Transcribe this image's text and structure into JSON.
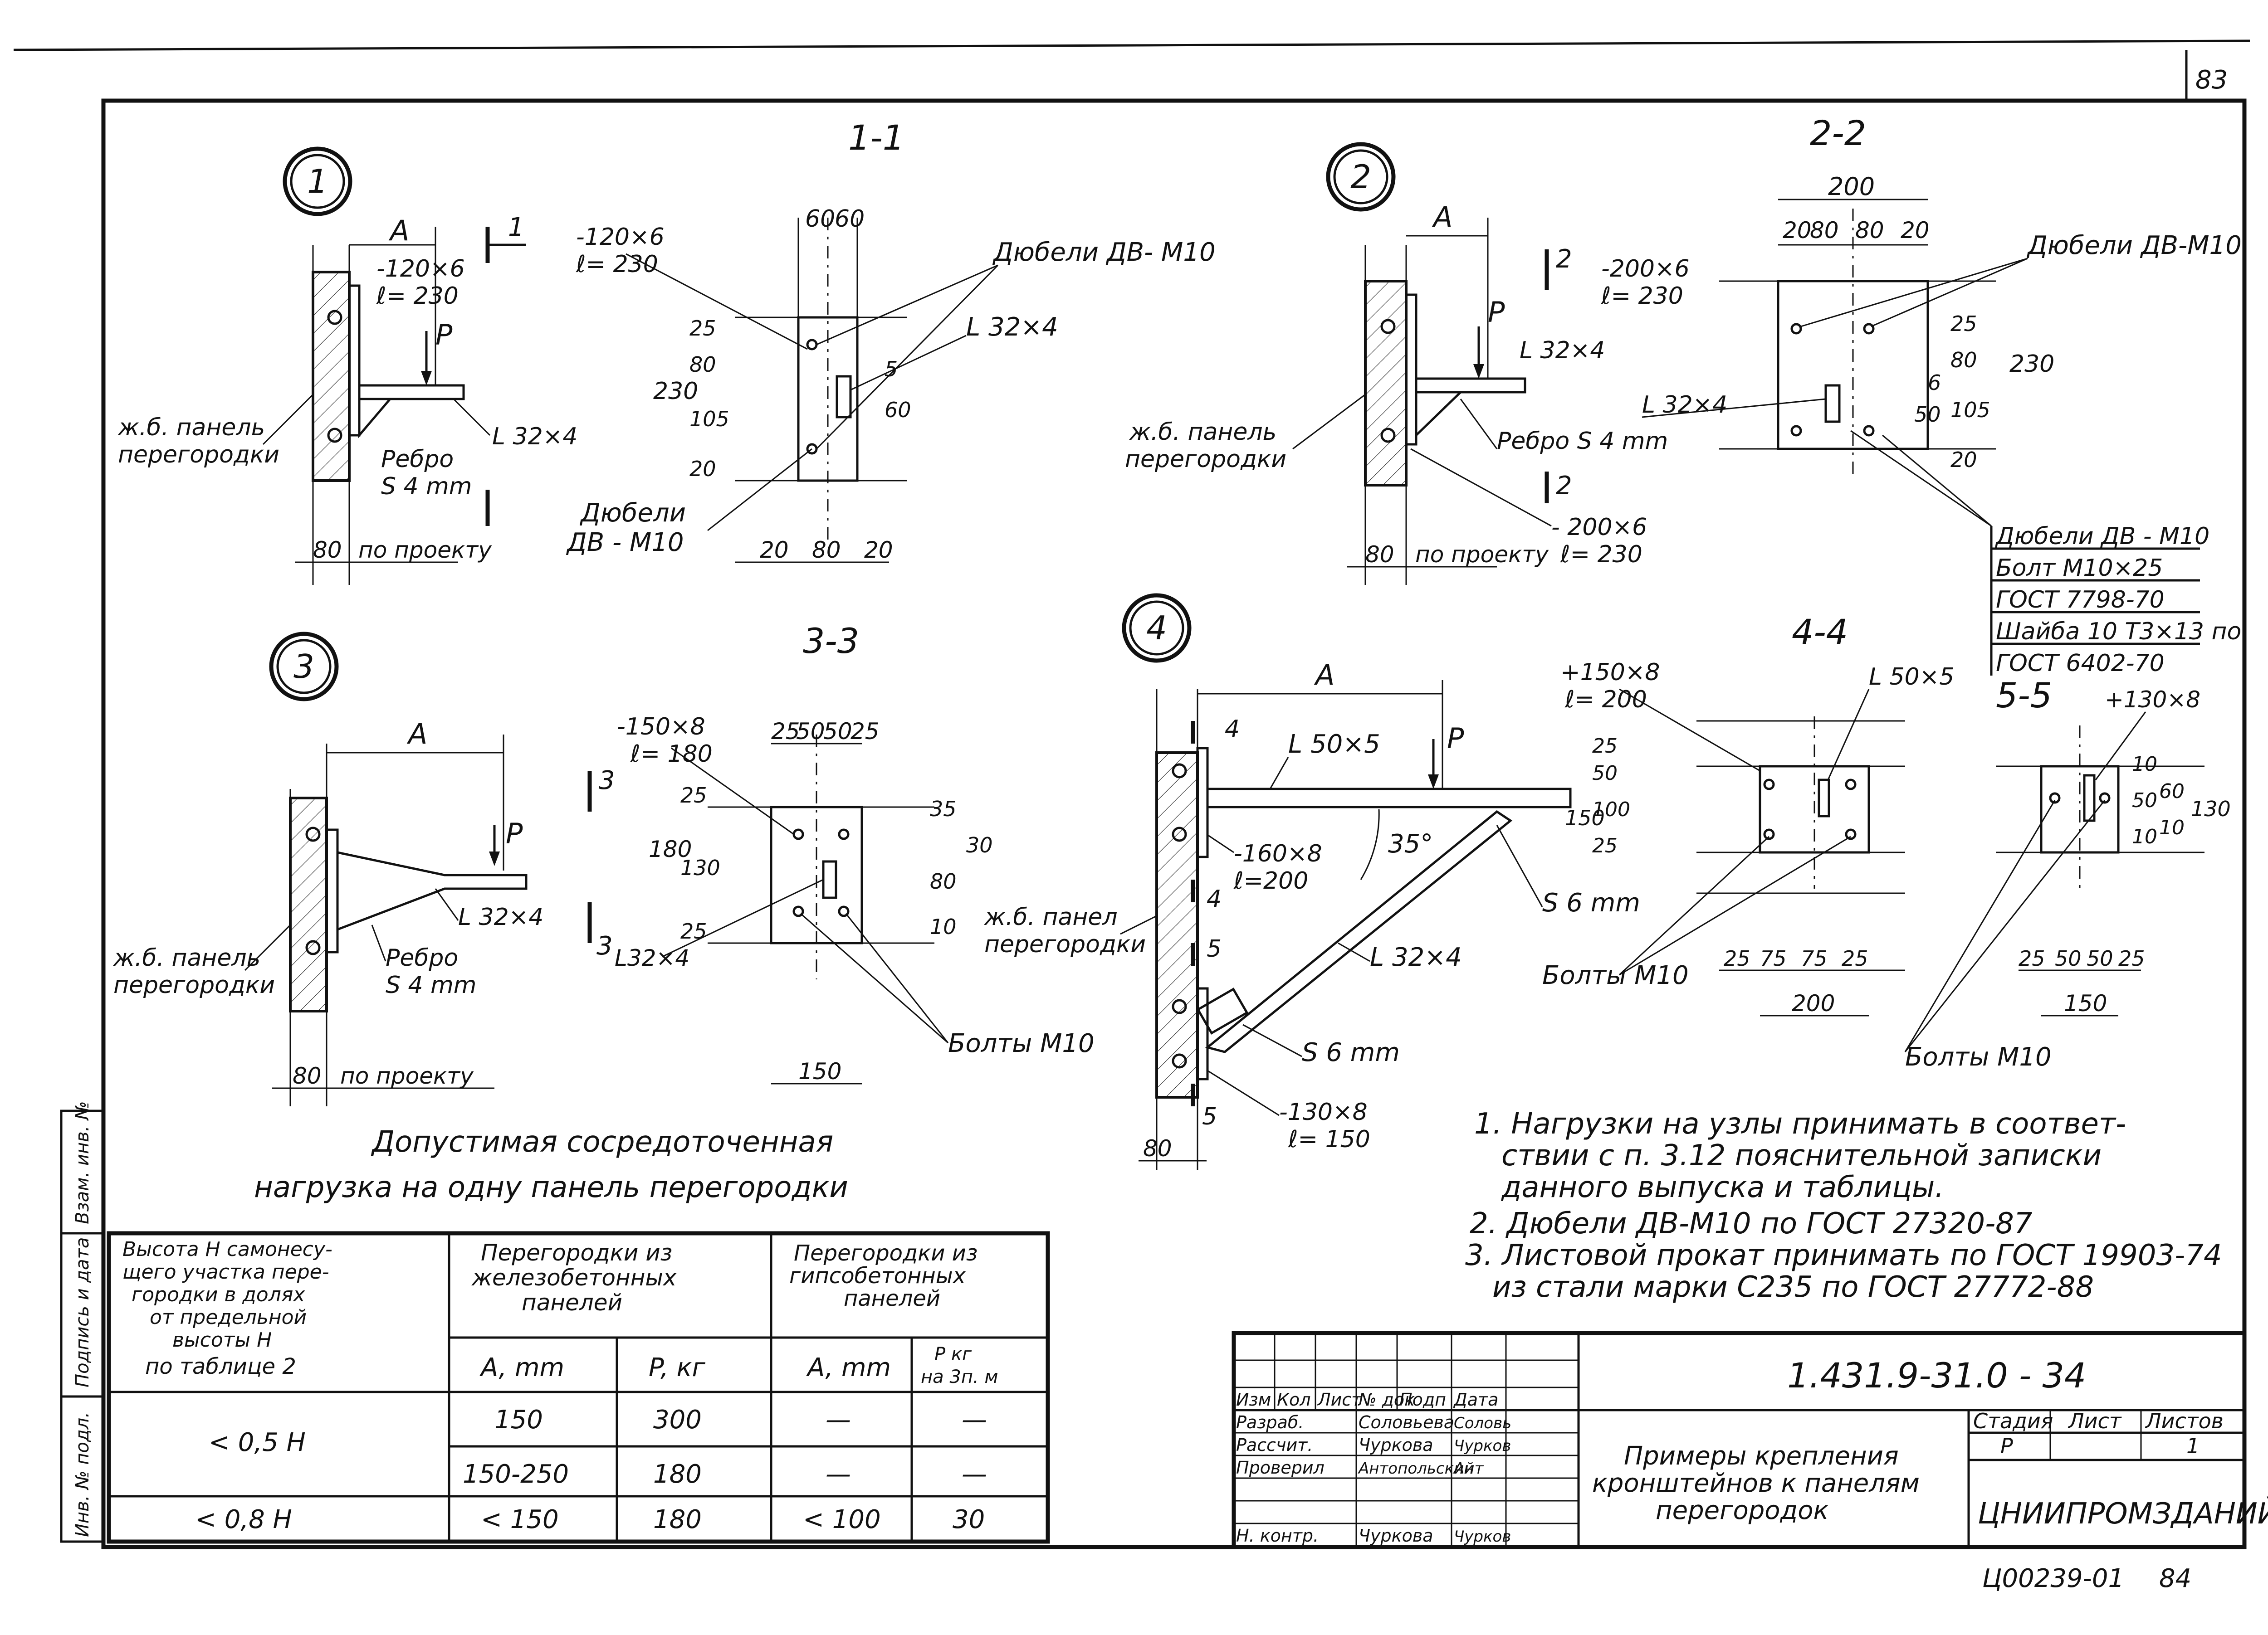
{
  "sheet": {
    "page_number": "83",
    "doc_code": "1.431.9-31.0 - 34",
    "archive_number": "Ц00239-01",
    "archive_page": "84"
  },
  "detail1": {
    "circle": "1",
    "section_title": "1-1",
    "dim_A": "A",
    "section_mark": "1",
    "plate_size": "-120×6",
    "plate_len": "ℓ= 230",
    "plate_size_s": "-120×6",
    "plate_len_s": "ℓ= 230",
    "load": "P",
    "panel": "ж.б. панель",
    "panel2": "перегородки",
    "rib": "Ребро",
    "rib2": "S 4 mm",
    "angle": "L 32×4",
    "angle_s": "L 32×4",
    "dim_80": "80",
    "dim_proj": "по проекту",
    "dowel_top": "Дюбели ДВ- М10",
    "dowel_bot": "Дюбели",
    "dowel_bot2": "ДВ - М10",
    "dims_top": [
      "60",
      "60"
    ],
    "dims_bot": [
      "20",
      "80",
      "20"
    ],
    "dims_left": [
      "230",
      "25",
      "80",
      "105",
      "20"
    ],
    "dims_right": [
      "5",
      "60"
    ]
  },
  "detail2": {
    "circle": "2",
    "section_title": "2-2",
    "dim_A": "A",
    "section_mark": "2",
    "plate_top": "-200×6",
    "plate_top_len": "ℓ= 230",
    "plate_bot": "- 200×6",
    "plate_bot_len": "ℓ= 230",
    "load": "P",
    "angle": "L 32×4",
    "angle_s": "L 32×4",
    "rib": "Ребро S 4 mm",
    "panel": "ж.б. панель",
    "panel2": "перегородки",
    "dim_80": "80",
    "dim_proj": "по проекту",
    "dowel": "Дюбели ДВ-М10",
    "dims_top_total": "200",
    "dims_top": [
      "20",
      "80",
      "80",
      "20"
    ],
    "dims_right": [
      "25",
      "80",
      "105",
      "20",
      "230"
    ],
    "dims_inner": [
      "6",
      "50"
    ],
    "notes": [
      "Дюбели ДВ - М10",
      "Болт М10×25",
      "ГОСТ 7798-70",
      "Шайба 10 Т3×13 по",
      "ГОСТ 6402-70"
    ]
  },
  "detail3": {
    "circle": "3",
    "section_title": "3-3",
    "dim_A": "A",
    "section_mark": "3",
    "plate": "-150×8",
    "plate_len": "ℓ= 180",
    "load": "P",
    "angle": "L 32×4",
    "angle_s": "L32×4",
    "panel": "ж.б. панель",
    "panel2": "перегородки",
    "rib": "Ребро",
    "rib2": "S 4 mm",
    "dim_80": "80",
    "dim_proj": "по проекту",
    "bolts": "Болты М10",
    "dims_top": [
      "25",
      "50",
      "50",
      "25"
    ],
    "dims_left": [
      "180",
      "25",
      "130",
      "25"
    ],
    "dims_right": [
      "35",
      "30",
      "80",
      "10"
    ],
    "dim_bot": "150"
  },
  "detail4": {
    "circle": "4",
    "section_title": "4-4",
    "section_5": "5-5",
    "dim_A": "A",
    "load": "P",
    "top_angle": "L 50×5",
    "brace": "L 32×4",
    "angle_deg": "35°",
    "plate1": "-160×8",
    "plate1_len": "ℓ=200",
    "plate2": "-130×8",
    "plate2_len": "ℓ= 150",
    "plate_44": "+150×8",
    "plate_44_len": "ℓ= 200",
    "plate_55": "+130×8",
    "angle_44": "L 50×5",
    "s6_top": "S 6 mm",
    "s6_bot": "S 6 mm",
    "panel": "ж.б. панел",
    "panel2": "перегородки",
    "marks": [
      "4",
      "4",
      "5",
      "5"
    ],
    "dim_80": "80",
    "bolts_44": "Болты М10",
    "bolts_55": "Болты М10",
    "dims_44_bot": [
      "25",
      "75",
      "75",
      "25"
    ],
    "dims_44_total": "200",
    "dims_44_left": [
      "150",
      "50",
      "100",
      "25",
      "25"
    ],
    "dims_55_bot": [
      "25",
      "50",
      "50",
      "25"
    ],
    "dims_55_total": "150",
    "dims_55_right": [
      "10",
      "50",
      "10",
      "60",
      "10",
      "130"
    ]
  },
  "load_table": {
    "title1": "Допустимая сосредоточенная",
    "title2": "нагрузка на одну панель перегородки",
    "h_col1": [
      "Высота Н самонесу-",
      "щего участка пере-",
      "городки в долях",
      "от предельной",
      "высоты Н",
      "по таблице 2"
    ],
    "h_col2": [
      "Перегородки из",
      "железобетонных",
      "панелей"
    ],
    "h_col3": [
      "Перегородки из",
      "гипсобетонных",
      "панелей"
    ],
    "sub_A": "A, mm",
    "sub_P": "P, кг",
    "sub_A2": "A, mm",
    "sub_P2": "P кг",
    "sub_P2b": "на 3п. м",
    "rows": [
      {
        "h": "< 0,5 H",
        "A1": "150",
        "P1": "300",
        "A2": "—",
        "P2": "—"
      },
      {
        "h": "",
        "A1": "150-250",
        "P1": "180",
        "A2": "—",
        "P2": "—"
      },
      {
        "h": "< 0,8 H",
        "A1": "< 150",
        "P1": "180",
        "A2": "< 100",
        "P2": "30"
      }
    ]
  },
  "notes": [
    "1. Нагрузки на узлы принимать в соответ-",
    "ствии с п. 3.12 пояснительной записки",
    "данного выпуска и таблицы.",
    "2. Дюбели ДВ-М10 по ГОСТ 27320-87",
    "3. Листовой прокат принимать по ГОСТ 19903-74",
    "из стали марки С235 по ГОСТ 27772-88"
  ],
  "side_stamp": [
    "Инв. № подл.",
    "Подпись и дата",
    "Взам. инв. №"
  ],
  "title_block": {
    "head": [
      "Изм",
      "Кол",
      "Лист",
      "№ док",
      "Подп",
      "Дата"
    ],
    "roles": [
      {
        "role": "Разраб.",
        "name": "Соловьева",
        "sign": "Соловь"
      },
      {
        "role": "Рассчит.",
        "name": "Чуркова",
        "sign": "Чурков"
      },
      {
        "role": "Проверил",
        "name": "Антопольский",
        "sign": "Ант"
      },
      {
        "role": "Н. контр.",
        "name": "Чуркова",
        "sign": "Чурков"
      }
    ],
    "title": [
      "Примеры крепления",
      "кронштейнов к панелям",
      "перегородок"
    ],
    "stage_h": "Стадия",
    "sheet_h": "Лист",
    "sheets_h": "Листов",
    "stage": "Р",
    "sheets": "1",
    "org": "ЦНИИПРОМЗДАНИЙ"
  }
}
